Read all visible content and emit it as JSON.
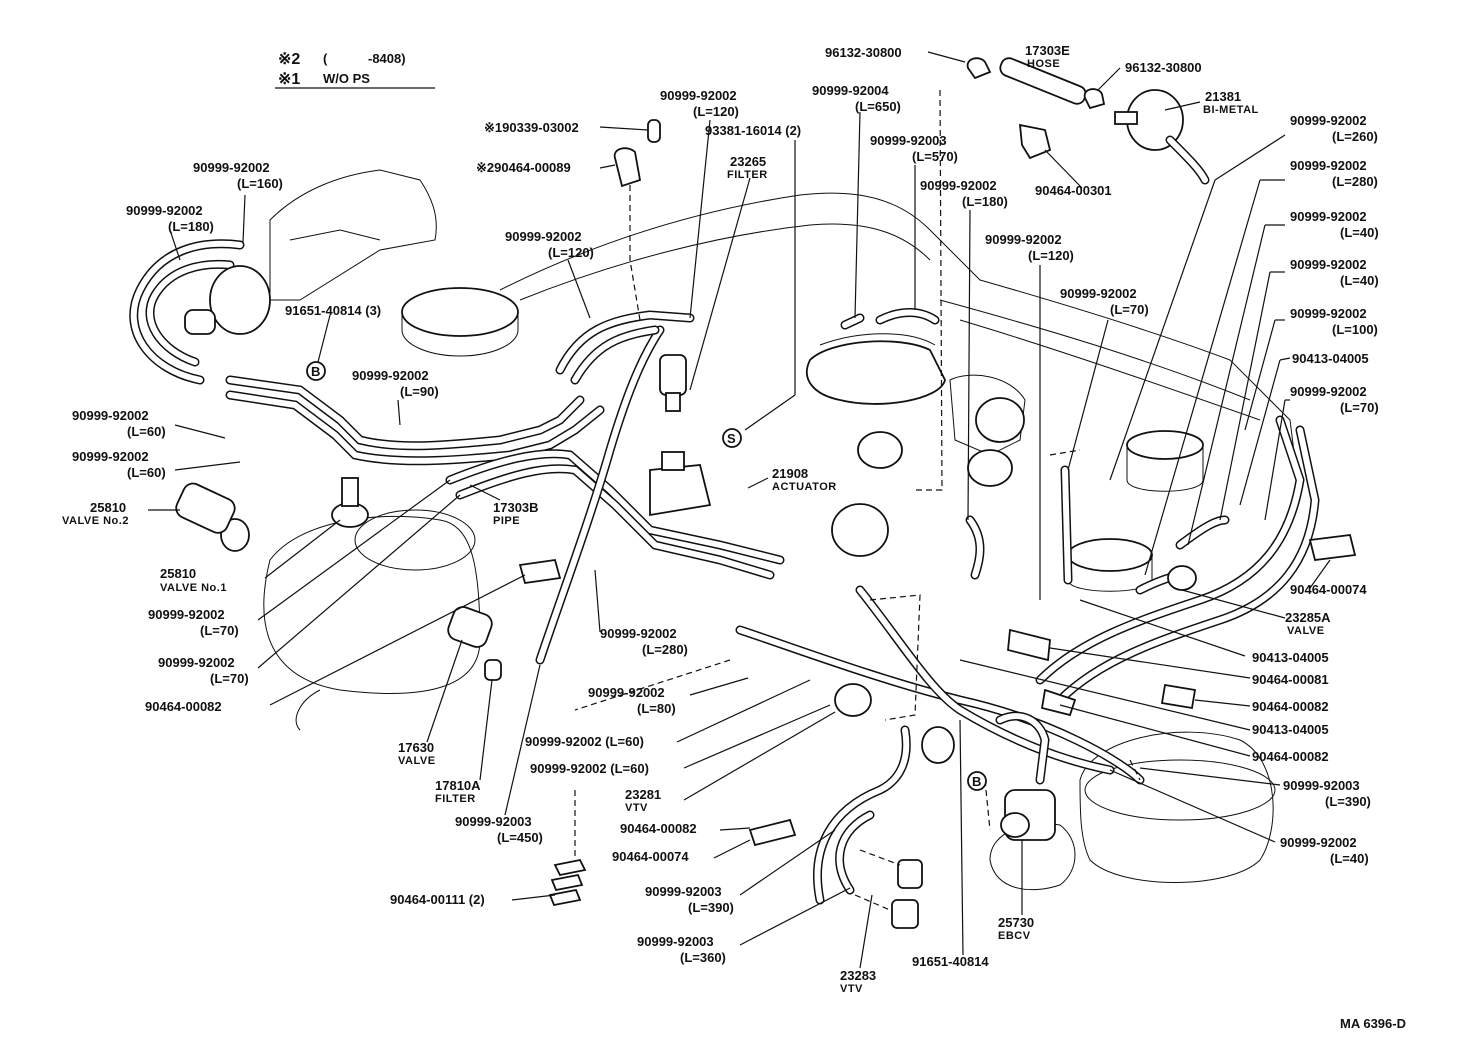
{
  "legend": {
    "note2_mark": "※2",
    "note2_paren": "(",
    "note2_range": "-8408)",
    "note1_mark": "※1",
    "note1_text": "W/O PS"
  },
  "diagram_code": "MA 6396-D",
  "labels": [
    {
      "id": "p96132-30800-a",
      "text": "96132-30800"
    },
    {
      "id": "p17303E",
      "text": "17303E",
      "sub": "HOSE"
    },
    {
      "id": "p96132-30800-b",
      "text": "96132-30800"
    },
    {
      "id": "p21381",
      "text": "21381",
      "sub": "BI-METAL"
    },
    {
      "id": "p90999-92002-120a",
      "text": "90999-92002",
      "sub": "(L=120)"
    },
    {
      "id": "p90999-92004-650",
      "text": "90999-92004",
      "sub": "(L=650)"
    },
    {
      "id": "p190339-03002",
      "text": "※190339-03002"
    },
    {
      "id": "p93381-16014",
      "text": "93381-16014 (2)"
    },
    {
      "id": "p90999-92003-570",
      "text": "90999-92003",
      "sub": "(L=570)"
    },
    {
      "id": "p90464-00301",
      "text": "90464-00301"
    },
    {
      "id": "p90464-00089",
      "text": "※290464-00089"
    },
    {
      "id": "p23265",
      "text": "23265",
      "sub": "FILTER"
    },
    {
      "id": "p90999-92002-180b",
      "text": "90999-92002",
      "sub": "(L=180)"
    },
    {
      "id": "p90999-92002-160",
      "text": "90999-92002",
      "sub": "(L=160)"
    },
    {
      "id": "p90999-92002-180a",
      "text": "90999-92002",
      "sub": "(L=180)"
    },
    {
      "id": "p90999-92002-120b",
      "text": "90999-92002",
      "sub": "(L=120)"
    },
    {
      "id": "p90999-92002-120c",
      "text": "90999-92002",
      "sub": "(L=120)"
    },
    {
      "id": "p90999-92002-260",
      "text": "90999-92002",
      "sub": "(L=260)"
    },
    {
      "id": "p90999-92002-280a",
      "text": "90999-92002",
      "sub": "(L=280)"
    },
    {
      "id": "p90999-92002-40a",
      "text": "90999-92002",
      "sub": "(L=40)"
    },
    {
      "id": "p90999-92002-40b",
      "text": "90999-92002",
      "sub": "(L=40)"
    },
    {
      "id": "p90999-92002-70a",
      "text": "90999-92002",
      "sub": "(L=70)"
    },
    {
      "id": "p90999-92002-100",
      "text": "90999-92002",
      "sub": "(L=100)"
    },
    {
      "id": "p90413-04005-a",
      "text": "90413-04005"
    },
    {
      "id": "p90999-92002-70b",
      "text": "90999-92002",
      "sub": "(L=70)"
    },
    {
      "id": "p91651-40814-3",
      "text": "91651-40814 (3)"
    },
    {
      "id": "p90999-92002-90",
      "text": "90999-92002",
      "sub": "(L=90)"
    },
    {
      "id": "p90999-92002-60a",
      "text": "90999-92002",
      "sub": "(L=60)"
    },
    {
      "id": "p90999-92002-60b",
      "text": "90999-92002",
      "sub": "(L=60)"
    },
    {
      "id": "p25810-2",
      "text": "25810",
      "sub": "VALVE No.2"
    },
    {
      "id": "p17303B",
      "text": "17303B",
      "sub": "PIPE"
    },
    {
      "id": "p21908",
      "text": "21908",
      "sub": "ACTUATOR"
    },
    {
      "id": "p25810-1",
      "text": "25810",
      "sub": "VALVE No.1"
    },
    {
      "id": "p90999-92002-70c",
      "text": "90999-92002",
      "sub": "(L=70)"
    },
    {
      "id": "p90999-92002-70d",
      "text": "90999-92002",
      "sub": "(L=70)"
    },
    {
      "id": "p90464-00082-a",
      "text": "90464-00082"
    },
    {
      "id": "p90999-92002-280b",
      "text": "90999-92002",
      "sub": "(L=280)"
    },
    {
      "id": "p90464-00074-a",
      "text": "90464-00074"
    },
    {
      "id": "p23285A",
      "text": "23285A",
      "sub": "VALVE"
    },
    {
      "id": "p90413-04005-b",
      "text": "90413-04005"
    },
    {
      "id": "p90464-00081",
      "text": "90464-00081"
    },
    {
      "id": "p90464-00082-b",
      "text": "90464-00082"
    },
    {
      "id": "p90413-04005-c",
      "text": "90413-04005"
    },
    {
      "id": "p90464-00082-c",
      "text": "90464-00082"
    },
    {
      "id": "p90999-92002-80",
      "text": "90999-92002",
      "sub": "(L=80)"
    },
    {
      "id": "p90999-92002-60c",
      "text": "90999-92002  (L=60)"
    },
    {
      "id": "p90999-92002-60d",
      "text": "90999-92002  (L=60)"
    },
    {
      "id": "p17630",
      "text": "17630",
      "sub": "VALVE"
    },
    {
      "id": "p17810A",
      "text": "17810A",
      "sub": "FILTER"
    },
    {
      "id": "p23281",
      "text": "23281",
      "sub": "VTV"
    },
    {
      "id": "p90464-00082-d",
      "text": "90464-00082"
    },
    {
      "id": "p90464-00074-b",
      "text": "90464-00074"
    },
    {
      "id": "p90999-92003-450",
      "text": "90999-92003",
      "sub": "(L=450)"
    },
    {
      "id": "p90999-92003-390a",
      "text": "90999-92003",
      "sub": "(L=390)"
    },
    {
      "id": "p90999-92003-390b",
      "text": "90999-92003",
      "sub": "(L=390)"
    },
    {
      "id": "p90999-92002-40c",
      "text": "90999-92002",
      "sub": "(L=40)"
    },
    {
      "id": "p90464-00111",
      "text": "90464-00111 (2)"
    },
    {
      "id": "p90999-92003-360",
      "text": "90999-92003",
      "sub": "(L=360)"
    },
    {
      "id": "p23283",
      "text": "23283",
      "sub": "VTV"
    },
    {
      "id": "p91651-40814",
      "text": "91651-40814"
    },
    {
      "id": "p25730",
      "text": "25730",
      "sub": "EBCV"
    }
  ],
  "markers": {
    "B": "B",
    "S": "S"
  }
}
